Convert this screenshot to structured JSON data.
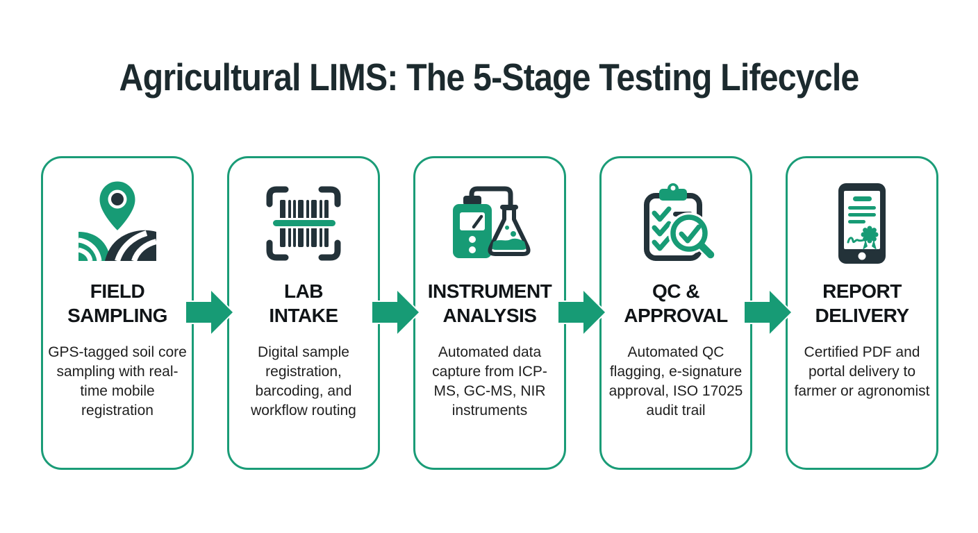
{
  "title": "Agricultural LIMS: The 5-Stage Testing Lifecycle",
  "colors": {
    "accent_green": "#179B75",
    "border_green": "#1A9C77",
    "icon_dark": "#233239",
    "heading_text": "#1C2A2E",
    "card_title_text": "#101417",
    "body_text": "#1E1E1E",
    "background": "#FFFFFF"
  },
  "arrow_direction": "right",
  "stages": [
    {
      "icon": "map-pin-field-icon",
      "title": "FIELD\nSAMPLING",
      "description": "GPS-tagged soil core sampling with real-time mobile registration"
    },
    {
      "icon": "barcode-scan-icon",
      "title": "LAB\nINTAKE",
      "description": "Digital sample registration, barcoding, and workflow routing"
    },
    {
      "icon": "instrument-flask-icon",
      "title": "INSTRUMENT\nANALYSIS",
      "description": "Automated data capture from ICP-MS, GC-MS, NIR instruments"
    },
    {
      "icon": "qc-checklist-magnifier-icon",
      "title": "QC &\nAPPROVAL",
      "description": "Automated QC flagging, e-signature approval, ISO 17025 audit trail"
    },
    {
      "icon": "tablet-report-icon",
      "title": "REPORT\nDELIVERY",
      "description": "Certified PDF and portal delivery to farmer or agronomist"
    }
  ]
}
